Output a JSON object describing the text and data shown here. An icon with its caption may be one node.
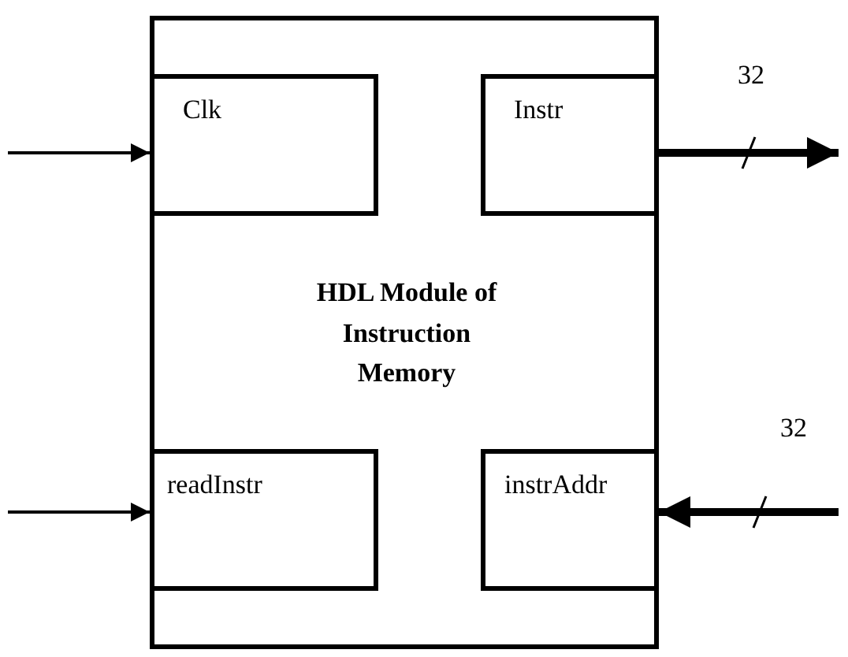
{
  "diagram": {
    "nodes": [
      {
        "text": [
          "HDL Module of Instruction Memory"
        ]
      },
      {
        "text": [
          "Clk"
        ],
        "in": 0
      },
      {
        "text": [
          "Instr"
        ],
        "in": 0
      },
      {
        "text": [
          "readInstr"
        ],
        "in": 0
      },
      {
        "text": [
          "instrAddr"
        ],
        "in": 0
      }
    ],
    "edges": [
      {
        "from": null,
        "to": 1,
        "arrow": "to"
      },
      {
        "from": 2,
        "to": null,
        "arrow": "to",
        "style": "thick"
      },
      {
        "from": null,
        "to": 3,
        "arrow": "to"
      },
      {
        "from": null,
        "to": 4,
        "arrow": "to",
        "style": "thick"
      }
    ],
    "labels": [
      "32",
      "32"
    ]
  }
}
